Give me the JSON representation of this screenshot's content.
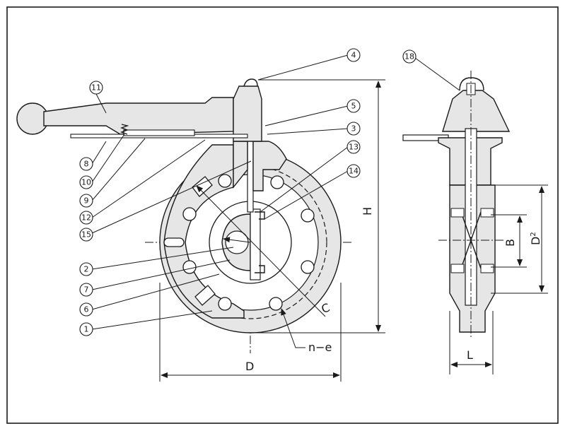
{
  "callouts": {
    "n1": "1",
    "n2": "2",
    "n3": "3",
    "n4": "4",
    "n5": "5",
    "n6": "6",
    "n7": "7",
    "n8": "8",
    "n9": "9",
    "n10": "10",
    "n11": "11",
    "n12": "12",
    "n13": "13",
    "n14": "14",
    "n15": "15",
    "n18": "18"
  },
  "dimensions": {
    "D": "D",
    "H": "H",
    "C": "C",
    "ne": "n−e",
    "B": "B",
    "D2": "D",
    "D2_sub": "2",
    "L": "L"
  },
  "colors": {
    "line": "#1a1a1a",
    "body_fill": "#e6e6e6",
    "background": "#ffffff"
  }
}
